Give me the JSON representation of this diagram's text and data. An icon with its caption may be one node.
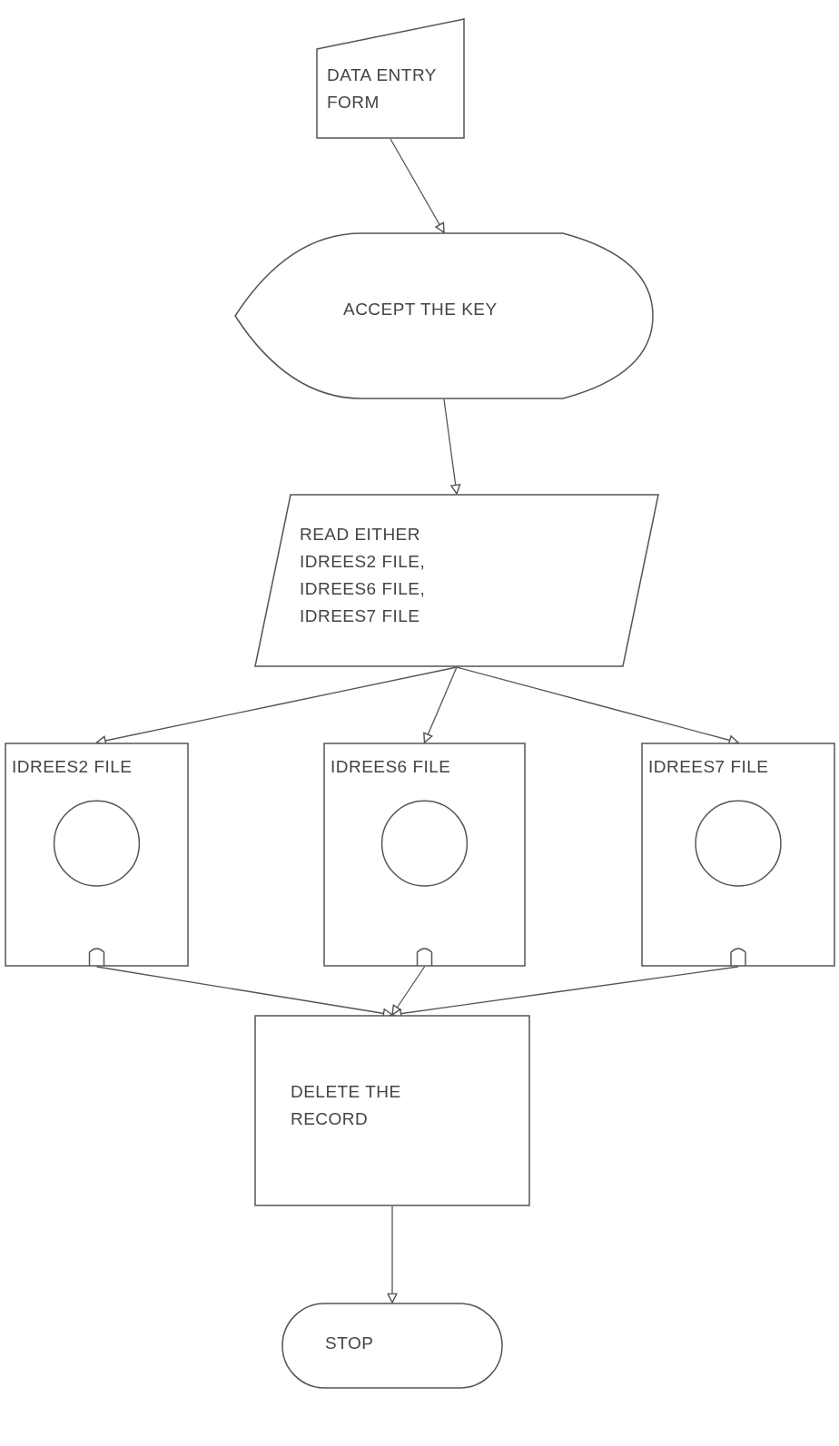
{
  "diagram": {
    "nodes": [
      {
        "text": [
          "DATA ENTRY FORM"
        ]
      },
      {
        "text": [
          "ACCEPT THE KEY"
        ]
      },
      {
        "text": [
          "READ EITHER IDREES2 FILE, IDREES6 FILE, IDREES7 FILE"
        ]
      },
      {
        "text": [
          "IDREES2 FILE"
        ]
      },
      {
        "text": [
          "IDREES6 FILE"
        ]
      },
      {
        "text": [
          "IDREES7 FILE"
        ]
      },
      {
        "text": [
          "DELETE THE RECORD"
        ]
      },
      {
        "text": [
          "STOP"
        ]
      }
    ],
    "edges": [
      {
        "from": 0,
        "to": 1,
        "arrow": "to"
      },
      {
        "from": 1,
        "to": 2,
        "arrow": "to"
      },
      {
        "from": 2,
        "to": 3,
        "arrow": "to"
      },
      {
        "from": 2,
        "to": 4,
        "arrow": "to"
      },
      {
        "from": 2,
        "to": 5,
        "arrow": "to"
      },
      {
        "from": 3,
        "to": 6,
        "arrow": "to"
      },
      {
        "from": 4,
        "to": 6,
        "arrow": "to"
      },
      {
        "from": 5,
        "to": 6,
        "arrow": "to"
      },
      {
        "from": 6,
        "to": 7,
        "arrow": "to"
      }
    ]
  }
}
